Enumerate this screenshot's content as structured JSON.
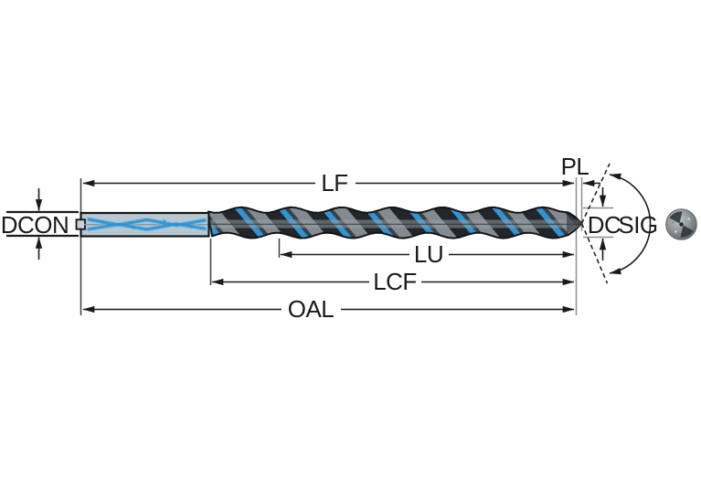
{
  "window": {
    "background": "#ffffff"
  },
  "diagram": {
    "type": "technical-drawing",
    "subject": "solid carbide coolant-through drill, side view with dimension callouts",
    "dimension_labels": {
      "lf": "LF",
      "pl": "PL",
      "dcon": "DCON",
      "dc": "DC",
      "sig": "SIG",
      "lu": "LU",
      "lcf": "LCF",
      "oal": "OAL"
    },
    "icons": [
      {
        "name": "drill-end-view-photo",
        "shape": "circle"
      }
    ],
    "colors": {
      "line": "#1c1c1c",
      "extension_line": "#8f8f8f",
      "text": "#1a1a1a",
      "shank_fill": "#b9c7d1",
      "coolant_blue": "#2f93d4",
      "flute_dark": "#22262a",
      "flute_gray": "#848b90"
    }
  }
}
